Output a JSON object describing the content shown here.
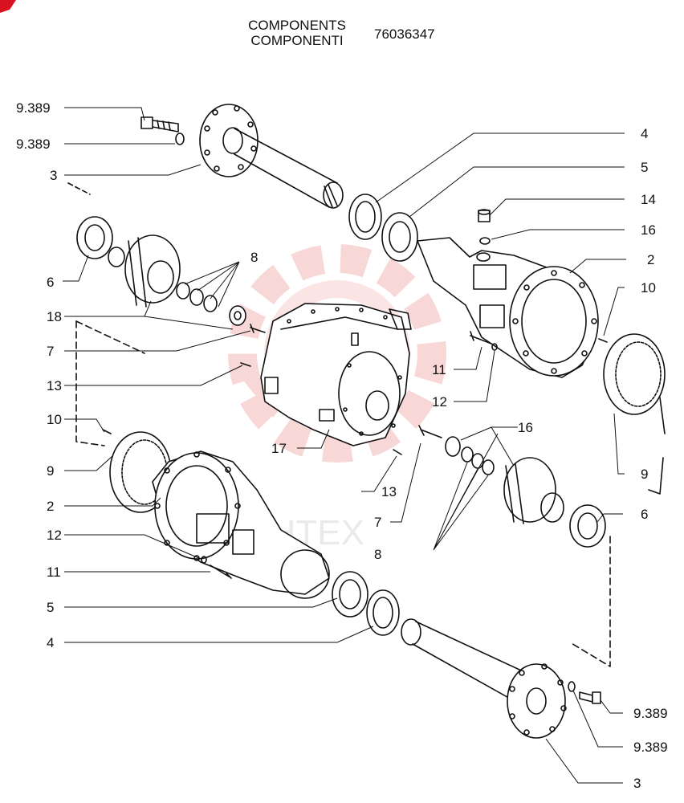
{
  "header": {
    "line1": "COMPONENTS",
    "line2": "COMPONENTI",
    "code": "76036347"
  },
  "watermark": {
    "text": "MHTEX"
  },
  "colors": {
    "line": "#111111",
    "watermark": "#f3b7b7",
    "corner": "#d8121e"
  },
  "callouts": {
    "c_9389_a": "9.389",
    "c_9389_b": "9.389",
    "c_3_top": "3",
    "c_6_left": "6",
    "c_18": "18",
    "c_7_left": "7",
    "c_13_left": "13",
    "c_10_left": "10",
    "c_9_left": "9",
    "c_2_left": "2",
    "c_12_left": "12",
    "c_11_left": "11",
    "c_5_left": "5",
    "c_4_left": "4",
    "c_8_top": "8",
    "c_4_right": "4",
    "c_5_right": "5",
    "c_14": "14",
    "c_16_top": "16",
    "c_2_right": "2",
    "c_10_right": "10",
    "c_11_right": "11",
    "c_12_right": "12",
    "c_17": "17",
    "c_16_mid": "16",
    "c_13_mid": "13",
    "c_7_mid": "7",
    "c_8_bottom": "8",
    "c_9_right": "9",
    "c_6_right": "6",
    "c_9389_c": "9.389",
    "c_9389_d": "9.389",
    "c_3_bottom": "3"
  }
}
